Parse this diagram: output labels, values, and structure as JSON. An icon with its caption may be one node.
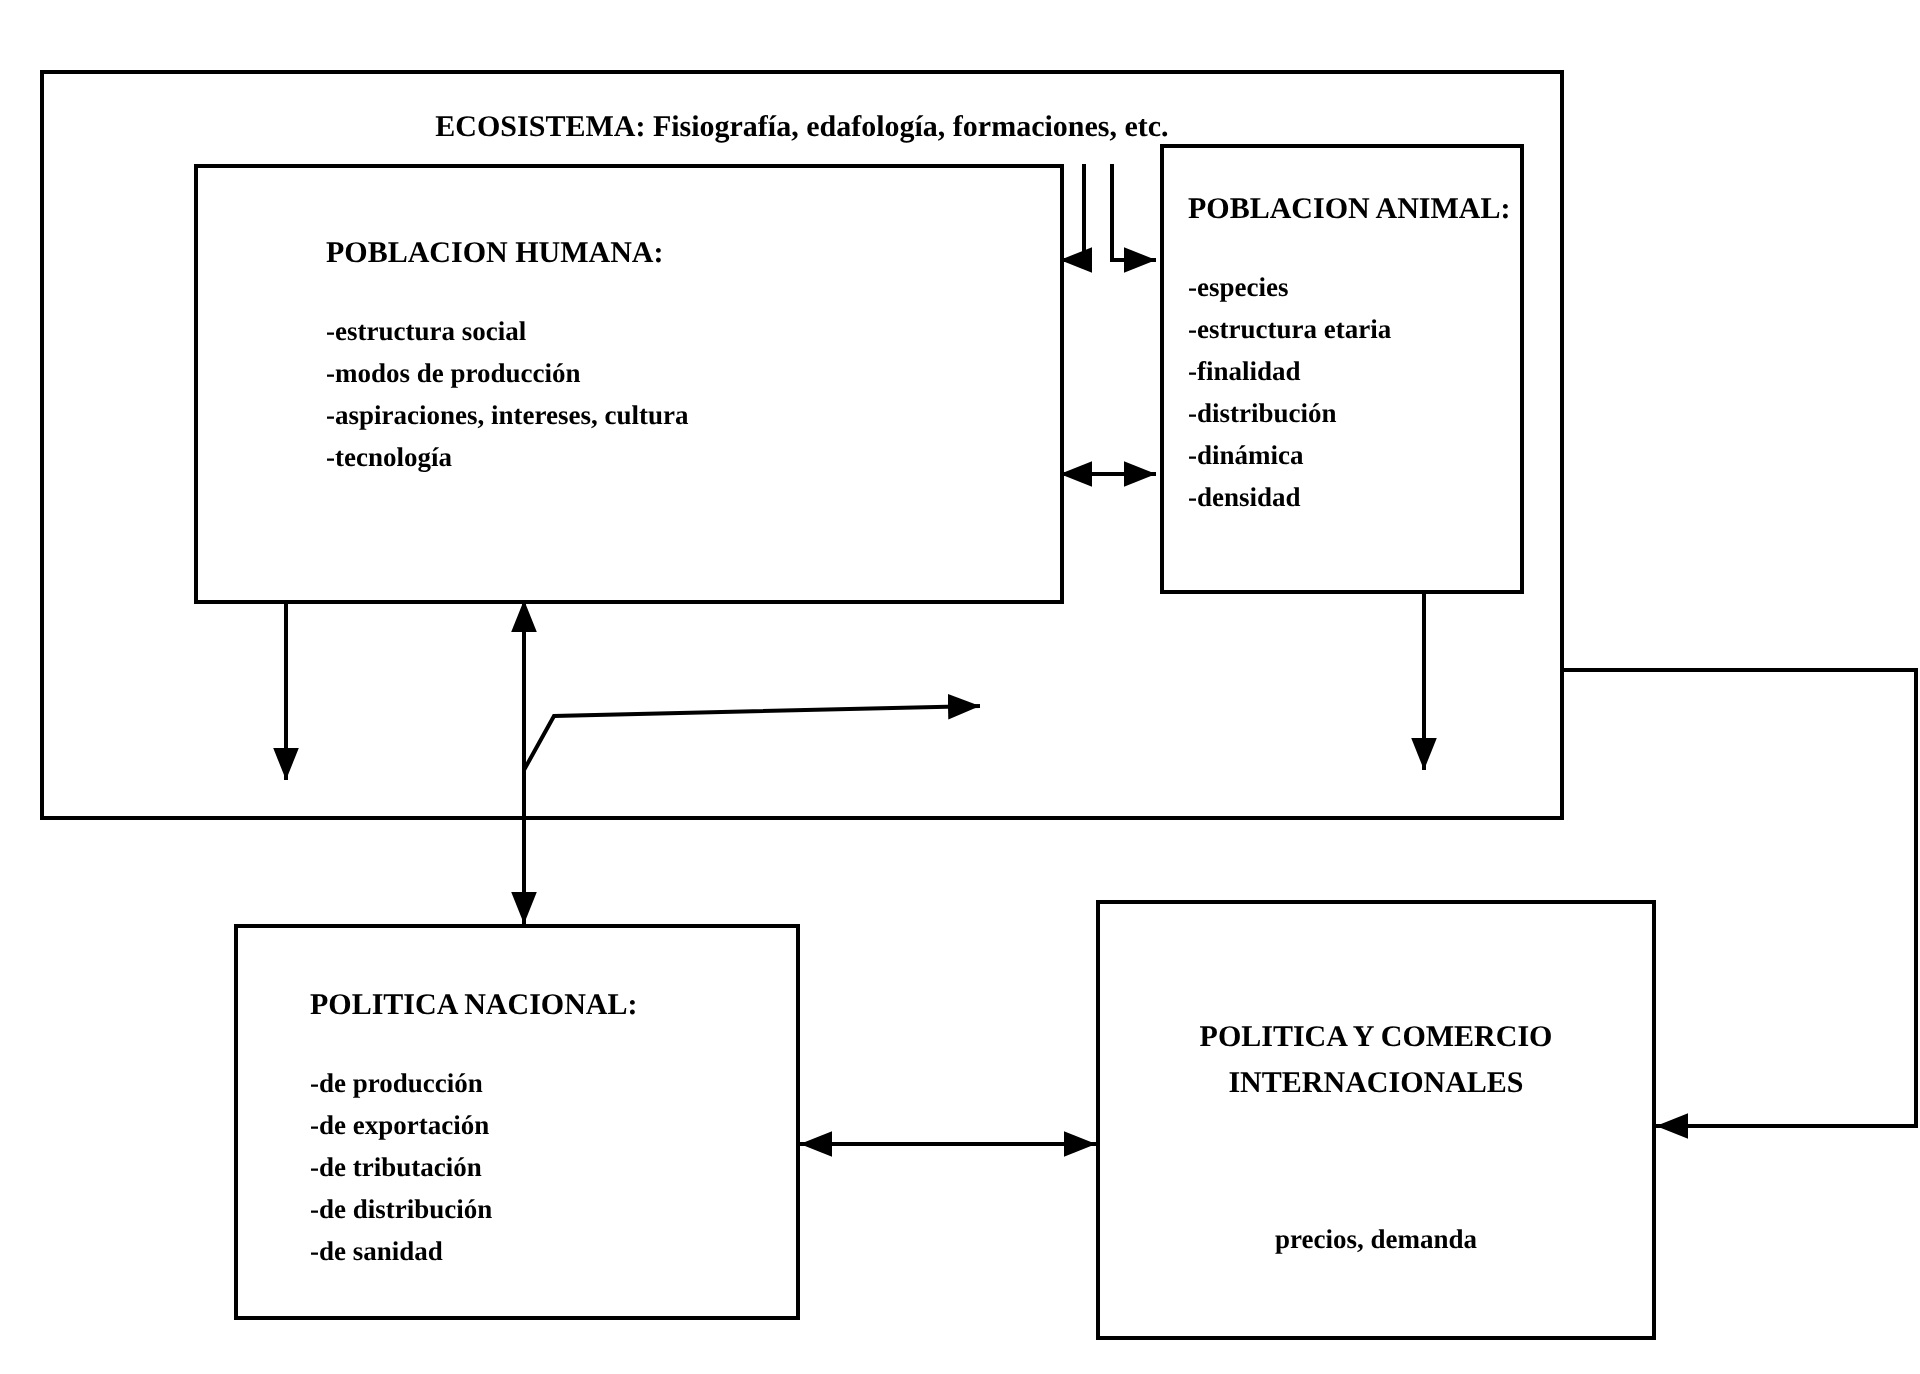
{
  "diagram": {
    "nodes": [
      {
        "text": [
          "ECOSISTEMA: Fisiografía, edafología, formaciones, etc."
        ]
      },
      {
        "text": [
          "POBLACION HUMANA:",
          "-estructura social",
          "-modos de producción",
          "-aspiraciones, intereses, cultura",
          "-tecnología"
        ],
        "in": 0
      },
      {
        "text": [
          "POBLACION ANIMAL:",
          "-especies",
          "-estructura etaria",
          "-finalidad",
          "-distribución",
          "-dinámica",
          "-densidad"
        ],
        "in": 0
      },
      {
        "text": [
          "POLITICA NACIONAL:",
          "-de producción",
          "-de exportación",
          "-de tributación",
          "-de distribución",
          "-de sanidad"
        ]
      },
      {
        "text": [
          "POLITICA Y COMERCIO INTERNACIONALES",
          "precios, demanda"
        ]
      }
    ],
    "edges": [
      {
        "from": null,
        "to": 1,
        "arrow": "to"
      },
      {
        "from": null,
        "to": 2,
        "arrow": "to"
      },
      {
        "from": 1,
        "to": 2,
        "arrow": "both"
      },
      {
        "from": 1,
        "to": null,
        "arrow": "to"
      },
      {
        "from": 1,
        "to": 3,
        "arrow": "both"
      },
      {
        "from": 3,
        "to": null,
        "arrow": "to"
      },
      {
        "from": 2,
        "to": null,
        "arrow": "to"
      },
      {
        "from": 0,
        "to": 4,
        "arrow": "to"
      },
      {
        "from": 3,
        "to": 4,
        "arrow": "both"
      }
    ]
  }
}
